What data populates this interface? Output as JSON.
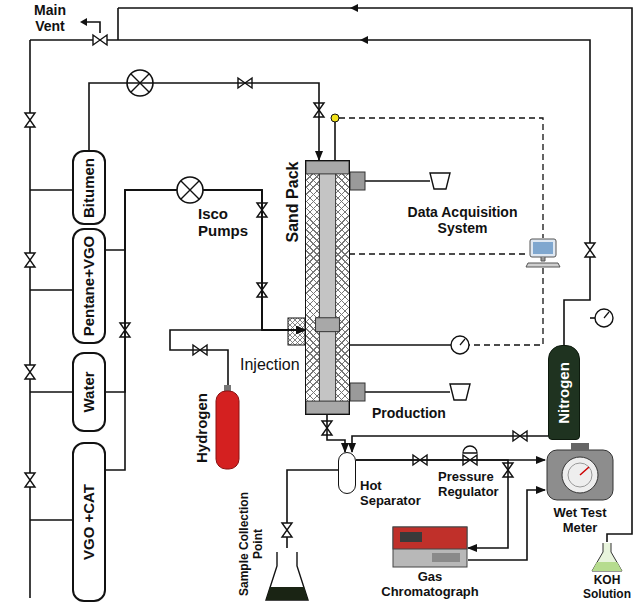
{
  "diagram": {
    "nodes": [
      {
        "text": [
          "Bitumen"
        ]
      },
      {
        "text": [
          "Pentane+VGO"
        ]
      },
      {
        "text": [
          "Water"
        ]
      },
      {
        "text": [
          "VGO +CAT"
        ]
      },
      {
        "text": [
          "Sand Pack"
        ]
      },
      {
        "text": [
          "Data Acquisition System"
        ]
      },
      {
        "text": [
          "Hydrogen"
        ]
      },
      {
        "text": [
          "Nitrogen"
        ]
      },
      {
        "text": [
          "Hot Separator"
        ]
      },
      {
        "text": [
          "Gas Chromatograph"
        ]
      },
      {
        "text": [
          "Wet Test Meter"
        ]
      },
      {
        "text": [
          "KOH Solution"
        ]
      }
    ],
    "edges": [
      {
        "from": 0,
        "to": 4,
        "arrow": "to"
      },
      {
        "from": 1,
        "to": 4,
        "arrow": "to"
      },
      {
        "from": 2,
        "to": 4,
        "arrow": "to"
      },
      {
        "from": 3,
        "to": 4,
        "arrow": "to"
      },
      {
        "from": 6,
        "to": 4,
        "arrow": "to"
      },
      {
        "from": 5,
        "to": 4,
        "arrow": "none"
      },
      {
        "from": 4,
        "to": 8,
        "arrow": "to"
      },
      {
        "from": 7,
        "to": 8,
        "arrow": "to"
      },
      {
        "from": 8,
        "to": 9,
        "arrow": "to"
      },
      {
        "from": 8,
        "to": 10,
        "arrow": "to"
      },
      {
        "from": 9,
        "to": 10,
        "arrow": "to"
      }
    ],
    "labels": [
      "Main Vent",
      "Isco Pumps",
      "Injection",
      "Production",
      "Pressure Regulator",
      "Sample Collection Point"
    ]
  }
}
